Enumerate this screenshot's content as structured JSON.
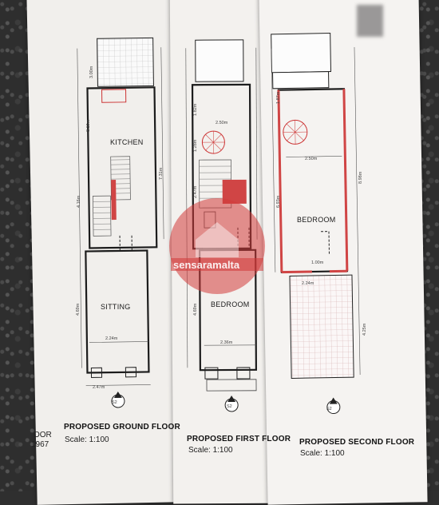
{
  "side_text": {
    "line1": "OOR",
    "line2": "1967"
  },
  "plans": [
    {
      "id": "ground",
      "title": "PROPOSED GROUND FLOOR",
      "scale": "Scale: 1:100",
      "rooms": [
        "KITCHEN",
        "SITTING"
      ],
      "dims": [
        "3.00m",
        "3.19m",
        "7.31m",
        "4.16m",
        "4.69m",
        "2.24m",
        "2.47m"
      ],
      "section": "S2"
    },
    {
      "id": "first",
      "title": "PROPOSED FIRST FLOOR",
      "scale": "Scale: 1:100",
      "rooms": [
        "BEDROOM"
      ],
      "dims": [
        "2.50m",
        "2.47m",
        "4.69m",
        "2.36m",
        "1.82m",
        "1.28m"
      ],
      "section": "S2"
    },
    {
      "id": "second",
      "title": "PROPOSED SECOND FLOOR",
      "scale": "Scale: 1:100",
      "rooms": [
        "BEDROOM"
      ],
      "dims": [
        "2.50m",
        "6.93m",
        "8.98m",
        "1.00m",
        "2.24m",
        "4.25m",
        "1.87m"
      ],
      "section": "S2"
    }
  ],
  "watermark": {
    "text": "sensaramalta",
    "color": "#d23b3b"
  },
  "colors": {
    "wall": "#1c1c1c",
    "hatch": "#d04545",
    "tile": "#c9c9c9"
  }
}
